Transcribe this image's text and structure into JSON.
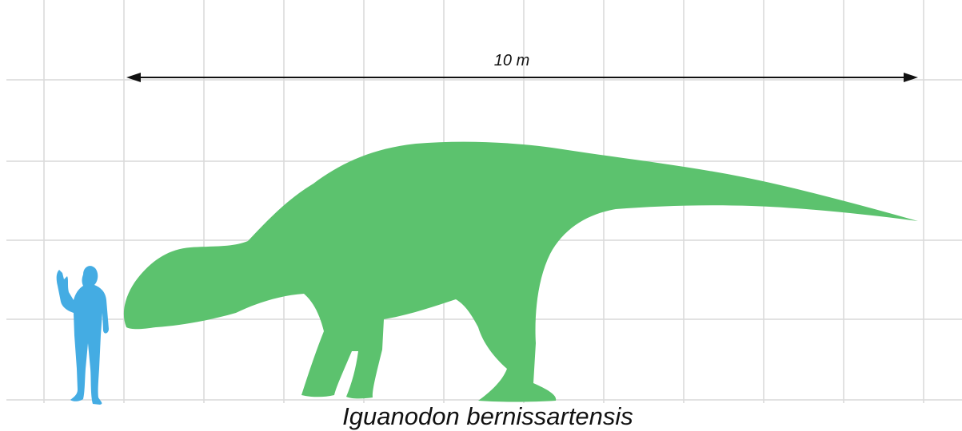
{
  "scale_bar": {
    "label": "10 m"
  },
  "caption": {
    "species": "Iguanodon bernissartensis"
  },
  "silhouettes": {
    "human": {
      "name": "human-silhouette",
      "color": "#44ACE3"
    },
    "dinosaur": {
      "name": "iguanodon-silhouette",
      "color": "#5CC26E"
    }
  },
  "colors": {
    "grid": "#D9D9D9",
    "background": "#FFFFFF",
    "arrow": "#111111",
    "text": "#111111"
  }
}
